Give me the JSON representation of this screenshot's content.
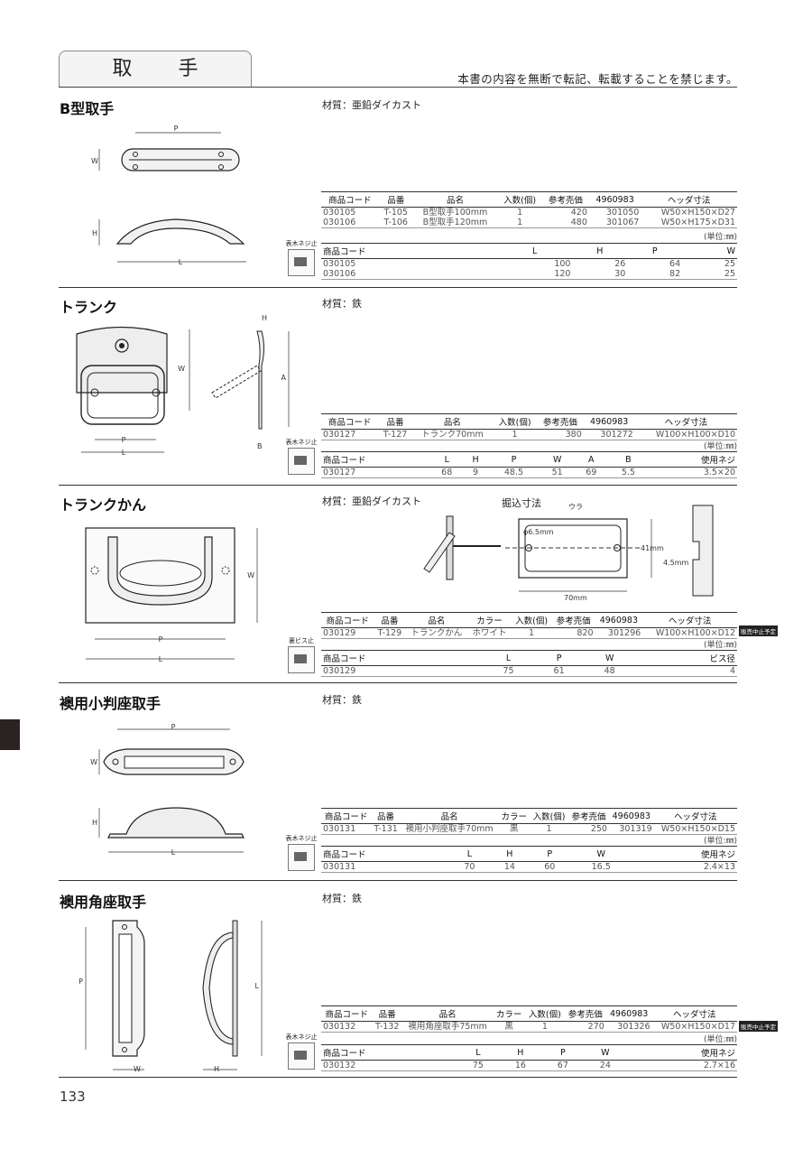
{
  "header": {
    "tab_title": "取 手",
    "notice": "本書の内容を無断で転記、転載することを禁じます。"
  },
  "page_number": "133",
  "sections": [
    {
      "title": "B型取手",
      "material": "材質：亜鉛ダイカスト",
      "screw_label": "表木ネジ止",
      "table1": {
        "headers": [
          "商品コード",
          "品番",
          "品名",
          "入数(個)",
          "参考売価",
          "4960983",
          "ヘッダ寸法"
        ],
        "rows": [
          [
            "030105",
            "T-105",
            "B型取手100mm",
            "1",
            "420",
            "301050",
            "W50×H150×D27"
          ],
          [
            "030106",
            "T-106",
            "B型取手120mm",
            "1",
            "480",
            "301067",
            "W50×H175×D31"
          ]
        ]
      },
      "unit": "(単位:㎜)",
      "table2": {
        "headers": [
          "商品コード",
          "L",
          "H",
          "P",
          "W"
        ],
        "rows": [
          [
            "030105",
            "100",
            "26",
            "64",
            "25"
          ],
          [
            "030106",
            "120",
            "30",
            "82",
            "25"
          ]
        ]
      },
      "dims": {
        "p": "P",
        "w": "W",
        "h": "H",
        "l": "L"
      }
    },
    {
      "title": "トランク",
      "material": "材質：鉄",
      "screw_label": "表木ネジ止",
      "table1": {
        "headers": [
          "商品コード",
          "品番",
          "品名",
          "入数(個)",
          "参考売価",
          "4960983",
          "ヘッダ寸法"
        ],
        "rows": [
          [
            "030127",
            "T-127",
            "トランク70mm",
            "1",
            "380",
            "301272",
            "W100×H100×D10"
          ]
        ]
      },
      "unit": "(単位:㎜)",
      "table2": {
        "headers": [
          "商品コード",
          "L",
          "H",
          "P",
          "W",
          "A",
          "B",
          "使用ネジ"
        ],
        "rows": [
          [
            "030127",
            "68",
            "9",
            "48.5",
            "51",
            "69",
            "5.5",
            "3.5×20"
          ]
        ]
      },
      "dims": {
        "w": "W",
        "p": "P",
        "l": "L",
        "h": "H",
        "a": "A",
        "b": "B"
      }
    },
    {
      "title": "トランクかん",
      "material": "材質：亜鉛ダイカスト",
      "screw_label": "裏ビス止",
      "cutout": {
        "title": "掘込寸法",
        "back": "ウラ",
        "hole": "φ6.5mm",
        "height": "41mm",
        "width": "70mm",
        "depth": "4.5mm"
      },
      "table1": {
        "headers": [
          "商品コード",
          "品番",
          "品名",
          "カラー",
          "入数(個)",
          "参考売価",
          "4960983",
          "ヘッダ寸法"
        ],
        "rows": [
          [
            "030129",
            "T-129",
            "トランクかん",
            "ホワイト",
            "1",
            "820",
            "301296",
            "W100×H100×D12"
          ]
        ]
      },
      "badge": "販売中止予定",
      "unit": "(単位:㎜)",
      "table2": {
        "headers": [
          "商品コード",
          "L",
          "P",
          "W",
          "ビス径"
        ],
        "rows": [
          [
            "030129",
            "75",
            "61",
            "48",
            "4"
          ]
        ]
      },
      "dims": {
        "w": "W",
        "p": "P",
        "l": "L"
      }
    },
    {
      "title": "襖用小判座取手",
      "material": "材質：鉄",
      "screw_label": "表木ネジ止",
      "table1": {
        "headers": [
          "商品コード",
          "品番",
          "品名",
          "カラー",
          "入数(個)",
          "参考売価",
          "4960983",
          "ヘッダ寸法"
        ],
        "rows": [
          [
            "030131",
            "T-131",
            "襖用小判座取手70mm",
            "黒",
            "1",
            "250",
            "301319",
            "W50×H150×D15"
          ]
        ]
      },
      "unit": "(単位:㎜)",
      "table2": {
        "headers": [
          "商品コード",
          "L",
          "H",
          "P",
          "W",
          "使用ネジ"
        ],
        "rows": [
          [
            "030131",
            "70",
            "14",
            "60",
            "16.5",
            "2.4×13"
          ]
        ]
      },
      "dims": {
        "p": "P",
        "w": "W",
        "h": "H",
        "l": "L"
      }
    },
    {
      "title": "襖用角座取手",
      "material": "材質：鉄",
      "screw_label": "表木ネジ止",
      "table1": {
        "headers": [
          "商品コード",
          "品番",
          "品名",
          "カラー",
          "入数(個)",
          "参考売価",
          "4960983",
          "ヘッダ寸法"
        ],
        "rows": [
          [
            "030132",
            "T-132",
            "襖用角座取手75mm",
            "黒",
            "1",
            "270",
            "301326",
            "W50×H150×D17"
          ]
        ]
      },
      "badge": "販売中止予定",
      "unit": "(単位:㎜)",
      "table2": {
        "headers": [
          "商品コード",
          "L",
          "H",
          "P",
          "W",
          "使用ネジ"
        ],
        "rows": [
          [
            "030132",
            "75",
            "16",
            "67",
            "24",
            "2.7×16"
          ]
        ]
      },
      "dims": {
        "p": "P",
        "w": "W",
        "h": "H",
        "l": "L"
      }
    }
  ]
}
